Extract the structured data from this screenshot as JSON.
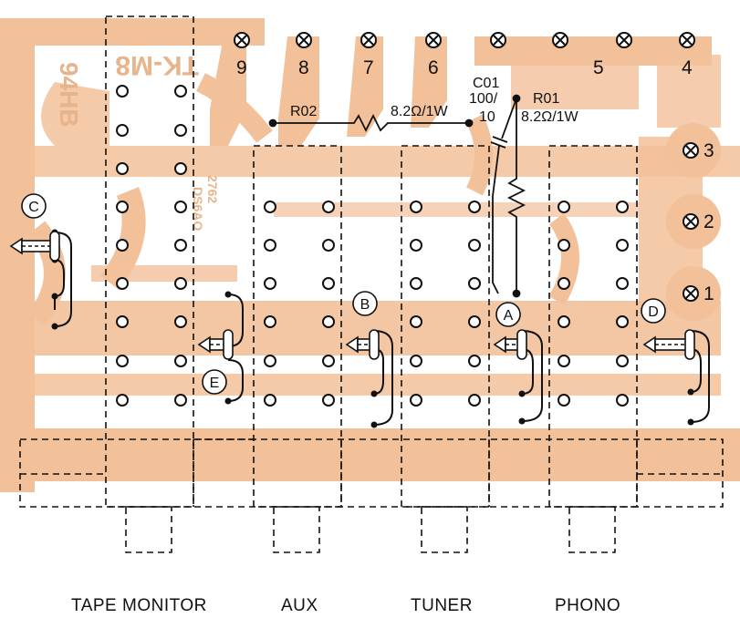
{
  "colors": {
    "trace": "#f2c19a",
    "background": "#ffffff",
    "ink": "#111111",
    "ghost_text": "#e4a679"
  },
  "board": {
    "silkscreen_id": "TK-M8",
    "silkscreen_code": "94HB",
    "silkscreen_small": [
      "2762",
      "DS6AO"
    ]
  },
  "terminals": {
    "top": [
      "9",
      "8",
      "7",
      "6",
      "5",
      "4"
    ],
    "right": [
      "3",
      "2",
      "1"
    ]
  },
  "components": {
    "r02": {
      "ref": "R02",
      "value": "8.2Ω/1W"
    },
    "c01": {
      "ref": "C01",
      "value_top": "100/",
      "value_bottom": "10"
    },
    "r01": {
      "ref": "R01",
      "value": "8.2Ω/1W"
    }
  },
  "plug_markers": [
    "C",
    "E",
    "B",
    "A",
    "D"
  ],
  "section_labels": {
    "tape_monitor": "TAPE MONITOR",
    "aux": "AUX",
    "tuner": "TUNER",
    "phono": "PHONO"
  }
}
